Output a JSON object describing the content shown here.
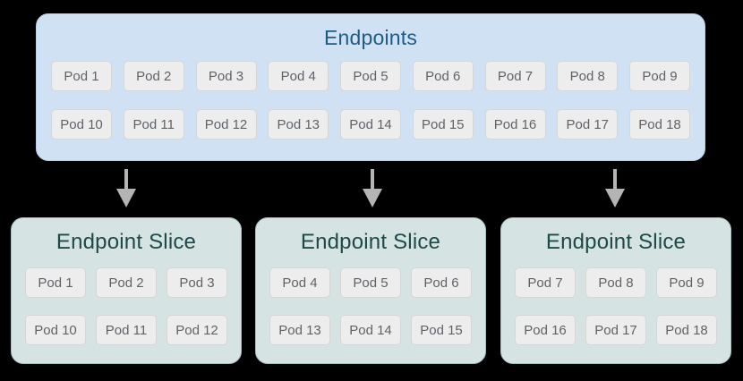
{
  "diagram": {
    "endpoints": {
      "title": "Endpoints",
      "rows": [
        [
          "Pod 1",
          "Pod 2",
          "Pod 3",
          "Pod 4",
          "Pod 5",
          "Pod 6",
          "Pod 7",
          "Pod 8",
          "Pod 9"
        ],
        [
          "Pod 10",
          "Pod 11",
          "Pod 12",
          "Pod 13",
          "Pod 14",
          "Pod 15",
          "Pod 16",
          "Pod 17",
          "Pod 18"
        ]
      ]
    },
    "slices": [
      {
        "title": "Endpoint Slice",
        "rows": [
          [
            "Pod 1",
            "Pod 2",
            "Pod 3"
          ],
          [
            "Pod 10",
            "Pod 11",
            "Pod 12"
          ]
        ]
      },
      {
        "title": "Endpoint Slice",
        "rows": [
          [
            "Pod 4",
            "Pod 5",
            "Pod 6"
          ],
          [
            "Pod 13",
            "Pod 14",
            "Pod 15"
          ]
        ]
      },
      {
        "title": "Endpoint Slice",
        "rows": [
          [
            "Pod 7",
            "Pod 8",
            "Pod 9"
          ],
          [
            "Pod 16",
            "Pod 17",
            "Pod 18"
          ]
        ]
      }
    ],
    "colors": {
      "background": "#000000",
      "endpoints_fill": "#cfe1f3",
      "endpoints_title": "#1f5b85",
      "slice_fill": "#d5e3e2",
      "slice_border": "#a6c0c0",
      "slice_title": "#1c4a49",
      "pod_fill": "#ededed",
      "pod_border": "#d6d6d6",
      "pod_text": "#5f6368",
      "arrow": "#b4b4b4"
    }
  }
}
